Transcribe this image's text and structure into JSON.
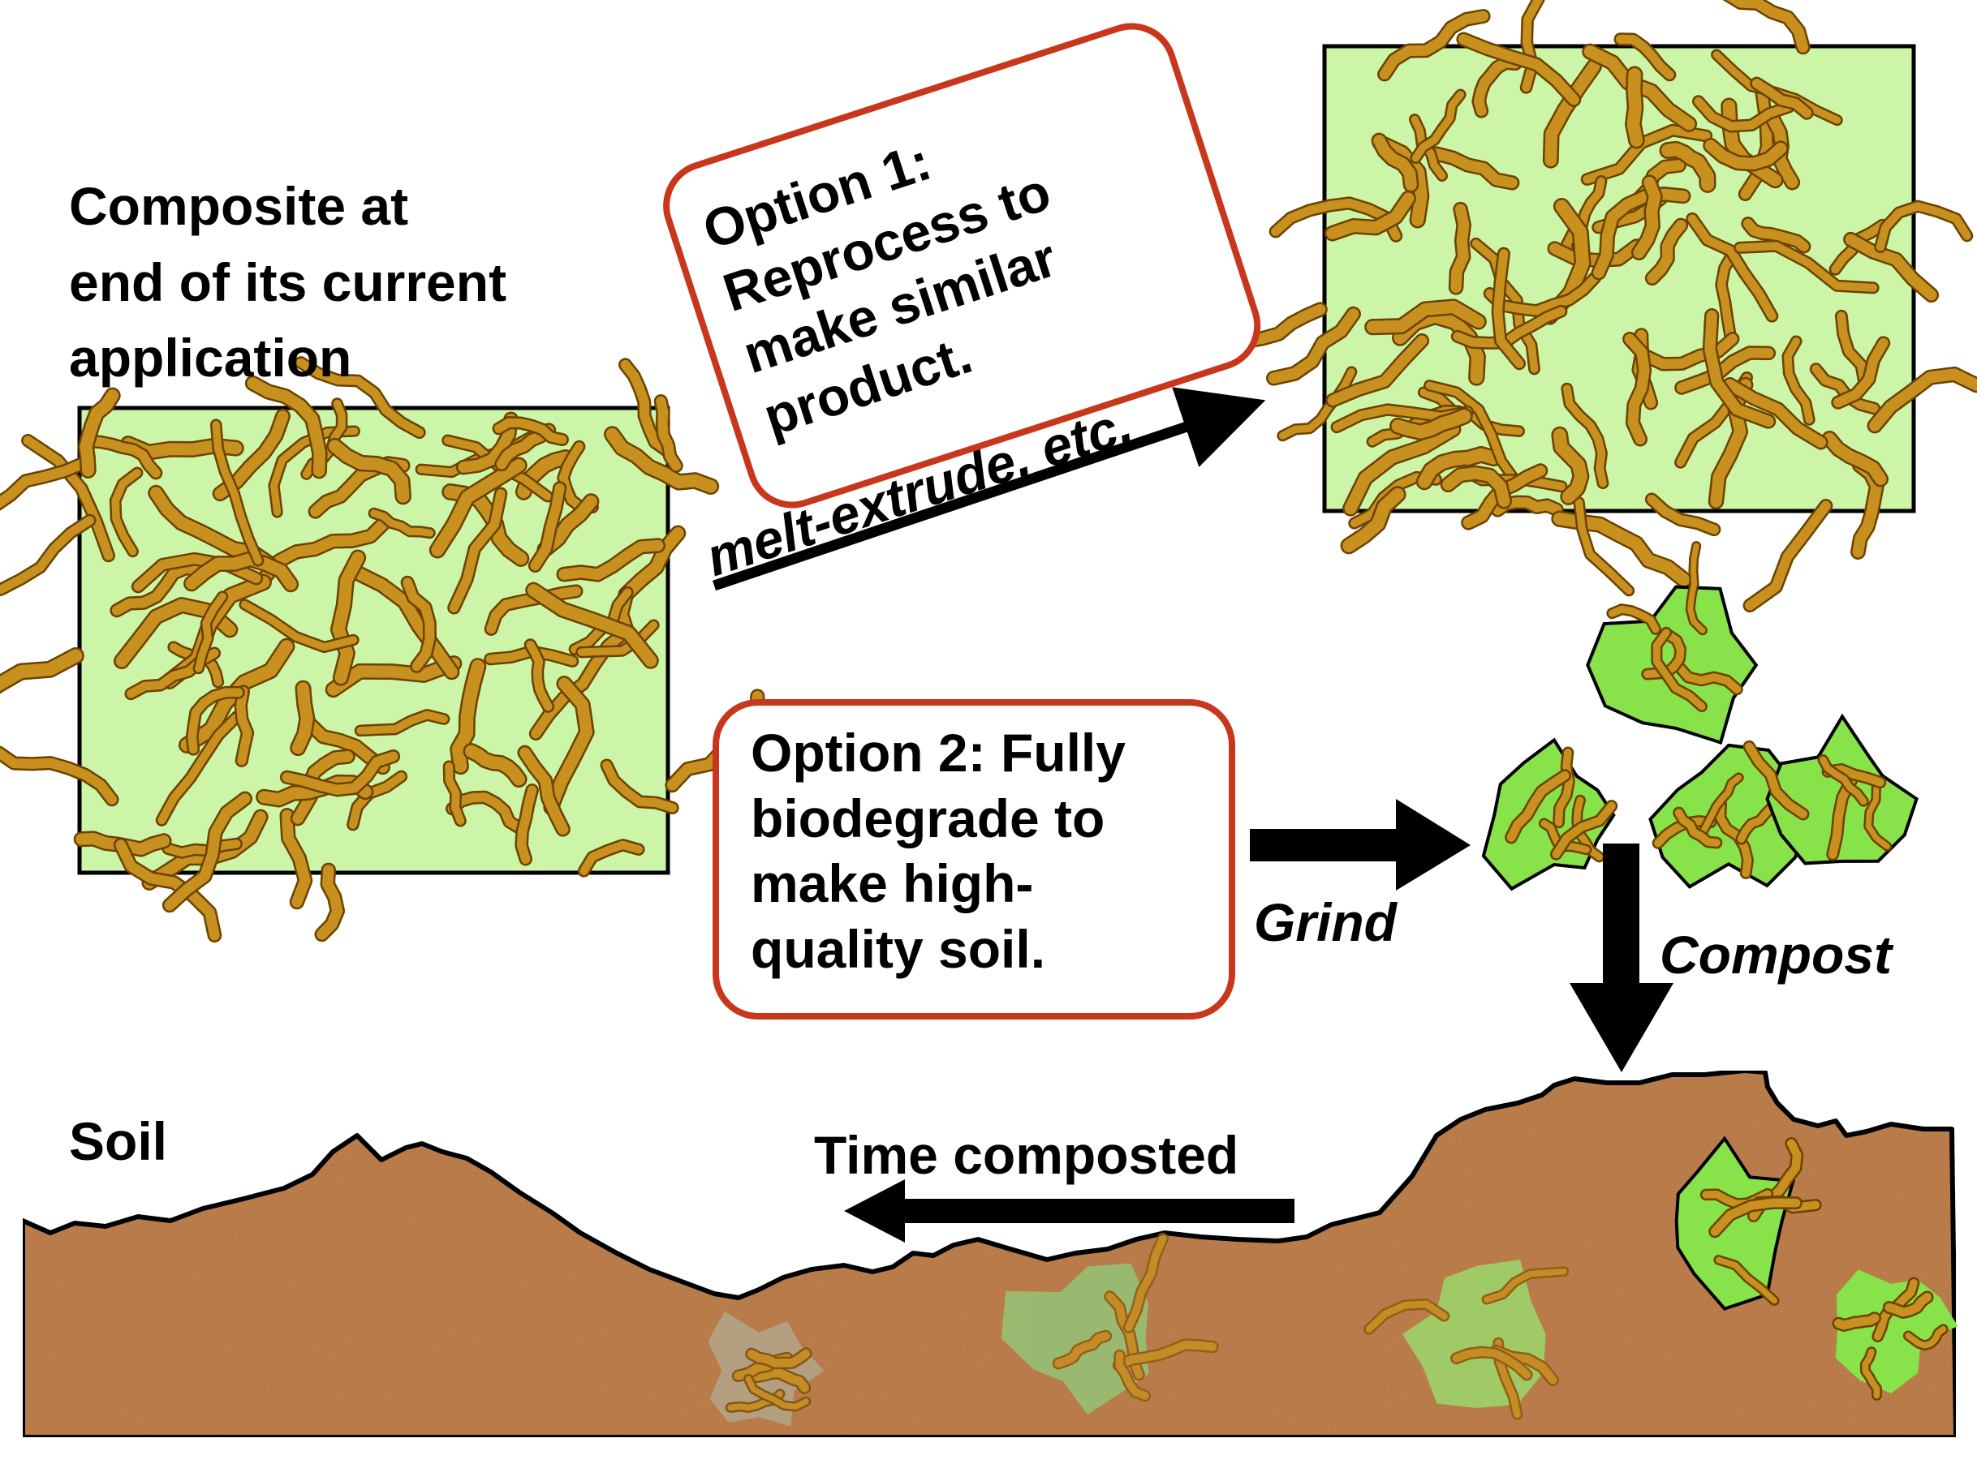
{
  "labels": {
    "composite": [
      "Composite at",
      "end of its current",
      "application"
    ],
    "option1": [
      "Option 1:",
      "Reprocess to",
      "make similar",
      "product."
    ],
    "melt": "melt-extrude, etc.",
    "option2": [
      "Option 2: Fully",
      "biodegrade to",
      "make high-",
      "quality soil."
    ],
    "grind": "Grind",
    "compost": "Compost",
    "soil": "Soil",
    "time": "Time composted"
  },
  "colors": {
    "matrix": "#ccf5a8",
    "fiber": "#c8901e",
    "fiber_stroke": "#6b4200",
    "shard": "#88e24a",
    "soil": "#c5844f",
    "box_border": "#c8361c"
  }
}
